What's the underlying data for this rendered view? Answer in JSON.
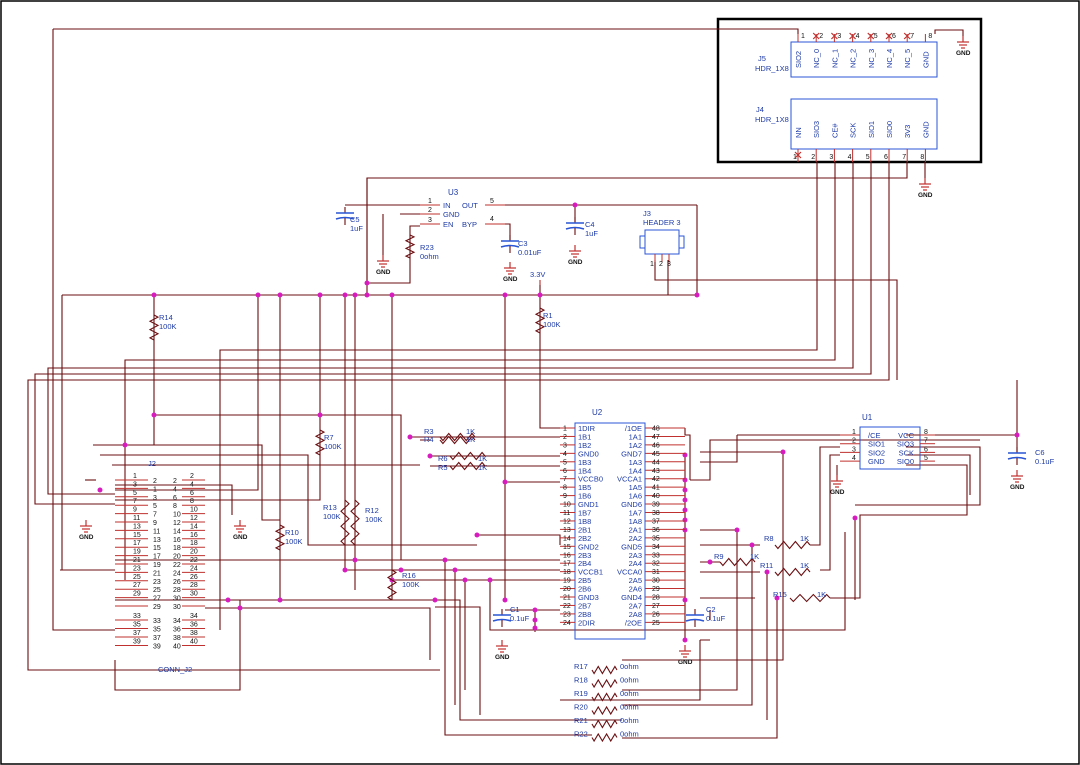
{
  "u3": {
    "ref": "U3",
    "pins": [
      "1",
      "2",
      "3",
      "5",
      "4"
    ],
    "names": [
      "IN",
      "GND",
      "EN",
      "OUT",
      "BYP"
    ]
  },
  "u2": {
    "ref": "U2",
    "left_nums": [
      "1",
      "2",
      "3",
      "4",
      "5",
      "6",
      "7",
      "8",
      "9",
      "10",
      "11",
      "12",
      "13",
      "14",
      "15",
      "16",
      "17",
      "18",
      "19",
      "20",
      "21",
      "22",
      "23",
      "24"
    ],
    "left_names": [
      "1DIR",
      "1B1",
      "1B2",
      "GND0",
      "1B3",
      "1B4",
      "VCCB0",
      "1B5",
      "1B6",
      "GND1",
      "1B7",
      "1B8",
      "2B1",
      "2B2",
      "GND2",
      "2B3",
      "2B4",
      "VCCB1",
      "2B5",
      "2B6",
      "GND3",
      "2B7",
      "2B8",
      "2DIR"
    ],
    "right_names": [
      "/1OE",
      "1A1",
      "1A2",
      "GND7",
      "1A3",
      "1A4",
      "VCCA1",
      "1A5",
      "1A6",
      "GND6",
      "1A7",
      "1A8",
      "2A1",
      "2A2",
      "GND5",
      "2A3",
      "2A4",
      "VCCA0",
      "2A5",
      "2A6",
      "GND4",
      "2A7",
      "2A8",
      "/2OE"
    ],
    "right_nums": [
      "48",
      "47",
      "46",
      "45",
      "44",
      "43",
      "42",
      "41",
      "40",
      "39",
      "38",
      "37",
      "36",
      "35",
      "34",
      "33",
      "32",
      "31",
      "30",
      "29",
      "28",
      "27",
      "26",
      "25"
    ]
  },
  "u1": {
    "ref": "U1",
    "left_nums": [
      "1",
      "2",
      "3",
      "4"
    ],
    "left_names": [
      "/CE",
      "SIO1",
      "SIO2",
      "GND"
    ],
    "right_names": [
      "VCC",
      "SIO3",
      "SCK",
      "SIO0"
    ],
    "right_nums": [
      "8",
      "7",
      "6",
      "5"
    ]
  },
  "j5": {
    "ref": "J5",
    "type": "HDR_1X8",
    "pins": [
      "1",
      "2",
      "3",
      "4",
      "5",
      "6",
      "7",
      "8"
    ],
    "names": [
      "SIO2",
      "NC_0",
      "NC_1",
      "NC_2",
      "NC_3",
      "NC_4",
      "NC_5",
      "GND"
    ]
  },
  "j4": {
    "ref": "J4",
    "type": "HDR_1X8",
    "pins": [
      "1",
      "2",
      "3",
      "4",
      "5",
      "6",
      "7",
      "8"
    ],
    "names": [
      "NN",
      "SIO3",
      "CE#",
      "SCK",
      "SIO1",
      "SIO0",
      "3V3",
      "GND"
    ]
  },
  "j3": {
    "ref": "J3",
    "type": "HEADER 3",
    "pins": [
      "1",
      "2",
      "3"
    ]
  },
  "j2": {
    "ref": "J2",
    "type": "CONN_J2",
    "rows": [
      [
        "1",
        "2",
        "2"
      ],
      [
        "3",
        "1",
        "4"
      ],
      [
        "5",
        "3",
        "6"
      ],
      [
        "7",
        "5",
        "8"
      ],
      [
        "9",
        "7",
        "10"
      ],
      [
        "11",
        "9",
        "12"
      ],
      [
        "13",
        "11",
        "14"
      ],
      [
        "15",
        "13",
        "16"
      ],
      [
        "17",
        "15",
        "18"
      ],
      [
        "19",
        "17",
        "20"
      ],
      [
        "21",
        "19",
        "22"
      ],
      [
        "23",
        "21",
        "24"
      ],
      [
        "25",
        "23",
        "26"
      ],
      [
        "27",
        "25",
        "28"
      ],
      [
        "29",
        "27",
        "30"
      ],
      [
        "",
        "29",
        "30"
      ]
    ],
    "rows2": [
      [
        "33",
        "33",
        "34"
      ],
      [
        "35",
        "35",
        "36"
      ],
      [
        "37",
        "37",
        "38"
      ],
      [
        "39",
        "39",
        "40"
      ]
    ],
    "left_outer": [
      "2",
      "4",
      "6",
      "8",
      "10",
      "12",
      "14",
      "16",
      "18",
      "20",
      "22",
      "24",
      "26",
      "28",
      "30"
    ],
    "extra_right": [
      "34",
      "36",
      "38",
      "40"
    ]
  },
  "capacitors": [
    {
      "ref": "C5",
      "value": "1uF"
    },
    {
      "ref": "C3",
      "value": "0.01uF"
    },
    {
      "ref": "C4",
      "value": "1uF"
    },
    {
      "ref": "C6",
      "value": "0.1uF"
    },
    {
      "ref": "C1",
      "value": "0.1uF"
    },
    {
      "ref": "C2",
      "value": "0.1uF"
    }
  ],
  "resistors_v": [
    {
      "ref": "R23",
      "value": "0ohm"
    },
    {
      "ref": "R14",
      "value": "100K"
    },
    {
      "ref": "R1",
      "value": "100K"
    },
    {
      "ref": "R7",
      "value": "100K"
    },
    {
      "ref": "R13",
      "value": "100K"
    },
    {
      "ref": "R12",
      "value": "100K"
    },
    {
      "ref": "R10",
      "value": "100K"
    },
    {
      "ref": "R16",
      "value": "100K"
    }
  ],
  "resistors_h": [
    {
      "ref": "R3",
      "value": "1K"
    },
    {
      "ref": "R4",
      "value": "1K"
    },
    {
      "ref": "R6",
      "value": "1K"
    },
    {
      "ref": "R5",
      "value": "1K"
    },
    {
      "ref": "R8",
      "value": "1K"
    },
    {
      "ref": "R9",
      "value": "1K"
    },
    {
      "ref": "R11",
      "value": "1K"
    },
    {
      "ref": "R15",
      "value": "1K"
    }
  ],
  "resistors_bottom": [
    {
      "ref": "R17",
      "value": "0ohm"
    },
    {
      "ref": "R18",
      "value": "0ohm"
    },
    {
      "ref": "R19",
      "value": "0ohm"
    },
    {
      "ref": "R20",
      "value": "0ohm"
    },
    {
      "ref": "R21",
      "value": "0ohm"
    },
    {
      "ref": "R22",
      "value": "0ohm"
    }
  ],
  "labels": {
    "gnd": "GND",
    "vcc33": "3.3V"
  },
  "colors": {
    "wire": "#8b1c1c",
    "pin": "#c0302e",
    "body": "#2a55d4",
    "text": "#1d3aa6",
    "junction": "#d81bbf"
  }
}
